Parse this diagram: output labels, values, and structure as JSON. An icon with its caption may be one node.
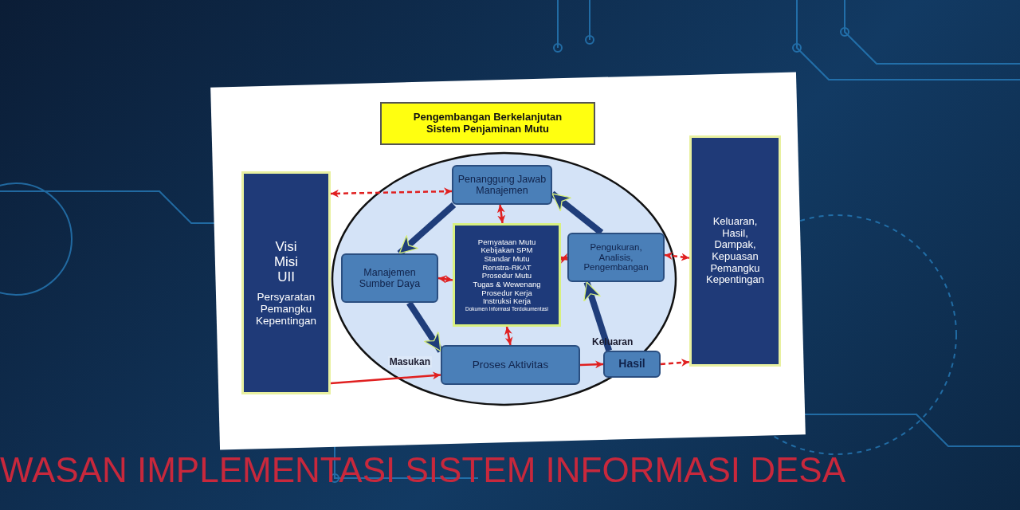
{
  "diagram": {
    "nodes": [
      {
        "text": [
          "Pengembangan Berkelanjutan Sistem Penjaminan Mutu"
        ]
      },
      {
        "text": [
          "Visi Misi UII",
          "Persyaratan Pemangku Kepentingan"
        ]
      },
      {
        "text": [],
        "shape": "ellipse"
      },
      {
        "text": [
          "Penanggung Jawab Manajemen"
        ],
        "in": 2
      },
      {
        "text": [
          "Pernyataan Mutu",
          "Kebijakan SPM",
          "Standar Mutu",
          "Renstra-RKAT",
          "Prosedur Mutu",
          "Tugas & Wewenang",
          "Prosedur Kerja",
          "Instruksi Kerja",
          "Dokumen Informasi Terdokumentasi"
        ],
        "in": 2
      },
      {
        "text": [
          "Manajemen Sumber Daya"
        ],
        "in": 2
      },
      {
        "text": [
          "Pengukuran, Analisis, Pengembangan"
        ],
        "in": 2
      },
      {
        "text": [
          "Proses Aktivitas"
        ],
        "in": 2
      },
      {
        "text": [
          "Hasil"
        ],
        "beside": [
          "Keluaran"
        ]
      },
      {
        "text": [
          "Keluaran, Hasil, Dampak, Kepuasan Pemangku Kepentingan"
        ]
      }
    ],
    "edges": [
      {
        "from": 3,
        "to": 1,
        "arrow": "both",
        "style": "dashed"
      },
      {
        "from": 3,
        "to": 4,
        "arrow": "both"
      },
      {
        "from": 5,
        "to": 4,
        "arrow": "both"
      },
      {
        "from": 4,
        "to": 6,
        "arrow": "both"
      },
      {
        "from": 6,
        "to": 9,
        "arrow": "both",
        "style": "dashed"
      },
      {
        "from": 4,
        "to": 7,
        "arrow": "both"
      },
      {
        "from": 1,
        "to": 7,
        "arrow": "to",
        "label": "Masukan"
      },
      {
        "from": 7,
        "to": 8,
        "arrow": "to"
      },
      {
        "from": 8,
        "to": 9,
        "arrow": "to",
        "style": "dashed"
      },
      {
        "from": 3,
        "to": 5,
        "arrow": "to",
        "style": "thick",
        "color": "#1f3d7a"
      },
      {
        "from": 5,
        "to": 7,
        "arrow": "to",
        "style": "thick",
        "color": "#1f3d7a"
      },
      {
        "from": 8,
        "to": 6,
        "arrow": "to",
        "style": "thick",
        "color": "#1f3d7a"
      },
      {
        "from": 6,
        "to": 3,
        "arrow": "to",
        "style": "thick",
        "color": "#1f3d7a"
      }
    ],
    "labels": [
      "WASAN IMPLEMENTASI SISTEM INFORMASI DESA"
    ]
  }
}
